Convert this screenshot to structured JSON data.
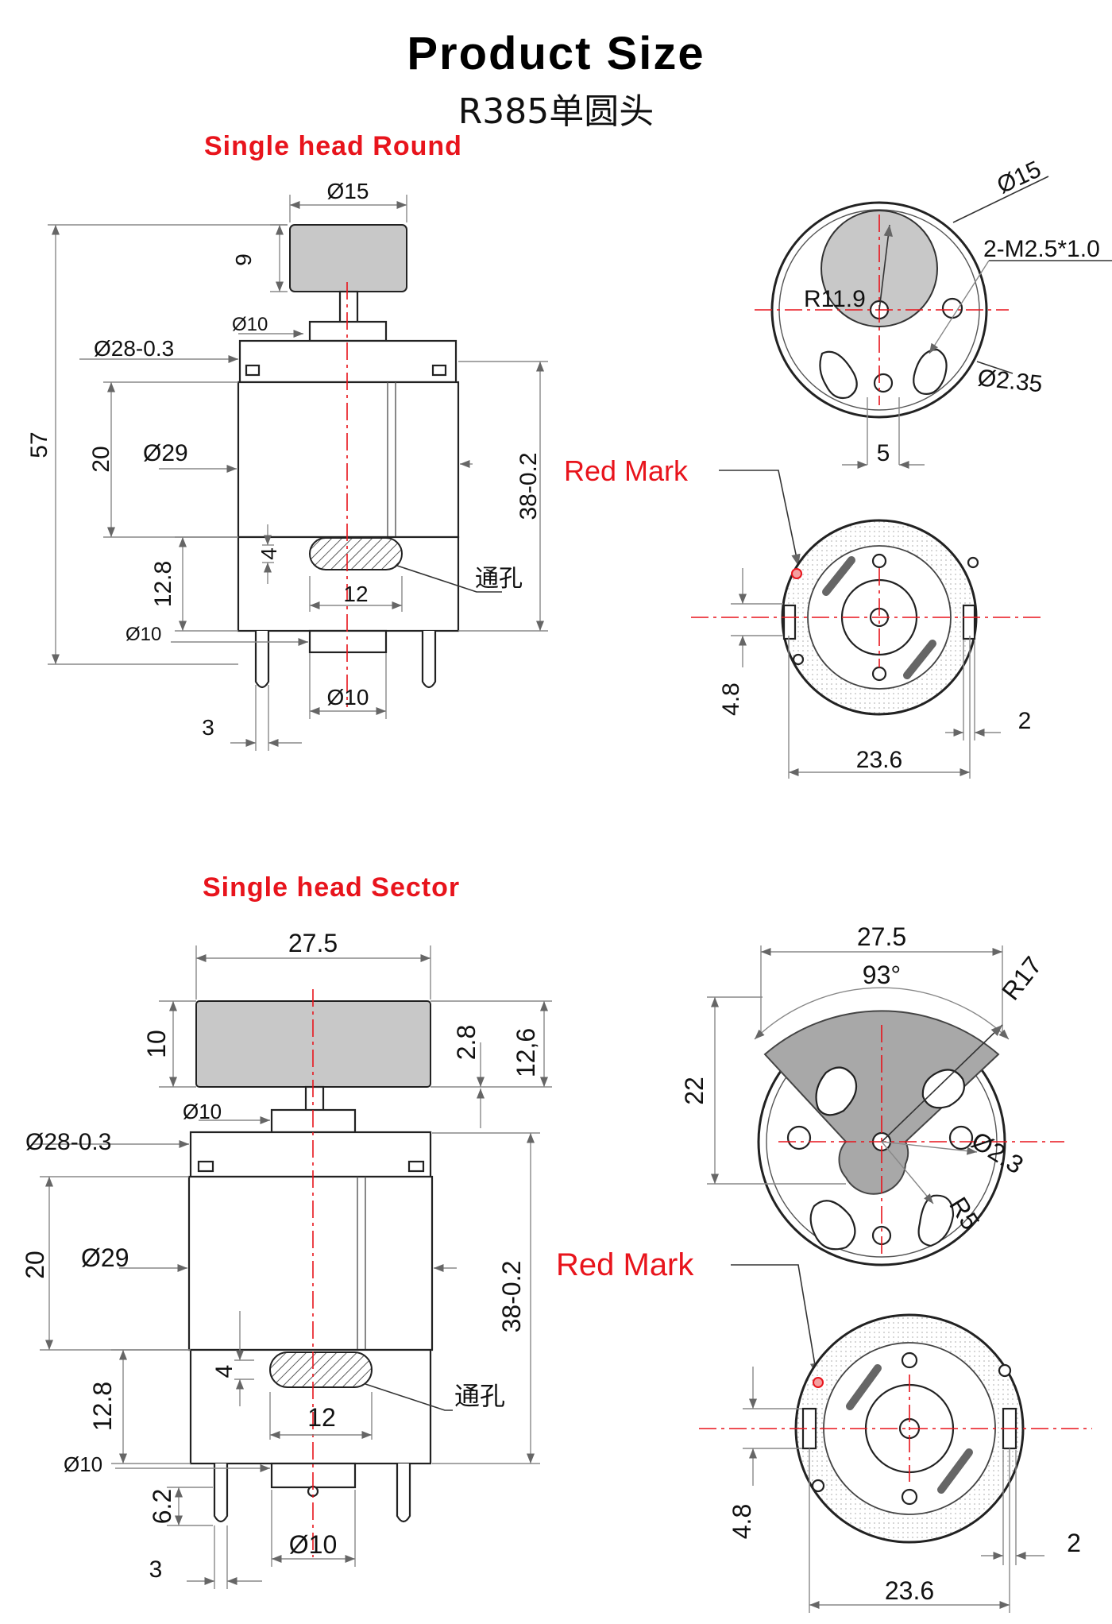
{
  "title": "Product Size",
  "subtitle": "R385单圆头",
  "sections": [
    {
      "heading": "Single head Round",
      "side_labels": {
        "head_dia": "Ø15",
        "head_h": "9",
        "shaft_dia": "Ø10",
        "body_dia_tol": "Ø28-0.3",
        "total_len": "57",
        "body_seg": "20",
        "body_dia": "Ø29",
        "body_len": "38-0.2",
        "slot_w": "4",
        "slot_len": "12",
        "bottom_seg": "12.8",
        "bottom_boss": "Ø10",
        "boss_dia": "Ø10",
        "term_w": "3",
        "through_hole": "通孔"
      },
      "front_labels": {
        "dia": "Ø15",
        "radius": "R11.9",
        "screws": "2-M2.5*1.0",
        "hole_dia": "Ø2.35",
        "spacing": "5"
      },
      "rear_labels": {
        "red_mark": "Red Mark",
        "term_off": "4.8",
        "width": "23.6",
        "gap": "2"
      }
    },
    {
      "heading": "Single head Sector",
      "side_labels": {
        "head_w": "27.5",
        "head_h": "10",
        "head_thk": "2.8",
        "head_total": "12,6",
        "shaft_dia": "Ø10",
        "body_dia_tol": "Ø28-0.3",
        "body_seg": "20",
        "body_dia": "Ø29",
        "body_len": "38-0.2",
        "slot_w": "4",
        "slot_len": "12",
        "bottom_seg": "12.8",
        "bottom_boss": "Ø10",
        "term_len": "6.2",
        "boss_dia": "Ø10",
        "term_w": "3",
        "through_hole": "通孔"
      },
      "front_labels": {
        "width": "27.5",
        "angle": "93°",
        "radius": "R17",
        "height": "22",
        "hole_dia": "Ø2.3",
        "hub_radius": "R5"
      },
      "rear_labels": {
        "red_mark": "Red Mark",
        "term_off": "4.8",
        "width": "23.6",
        "gap": "2"
      }
    }
  ],
  "colors": {
    "accent": "#e8141c",
    "line": "#222222",
    "fill": "#c8c8c8"
  }
}
